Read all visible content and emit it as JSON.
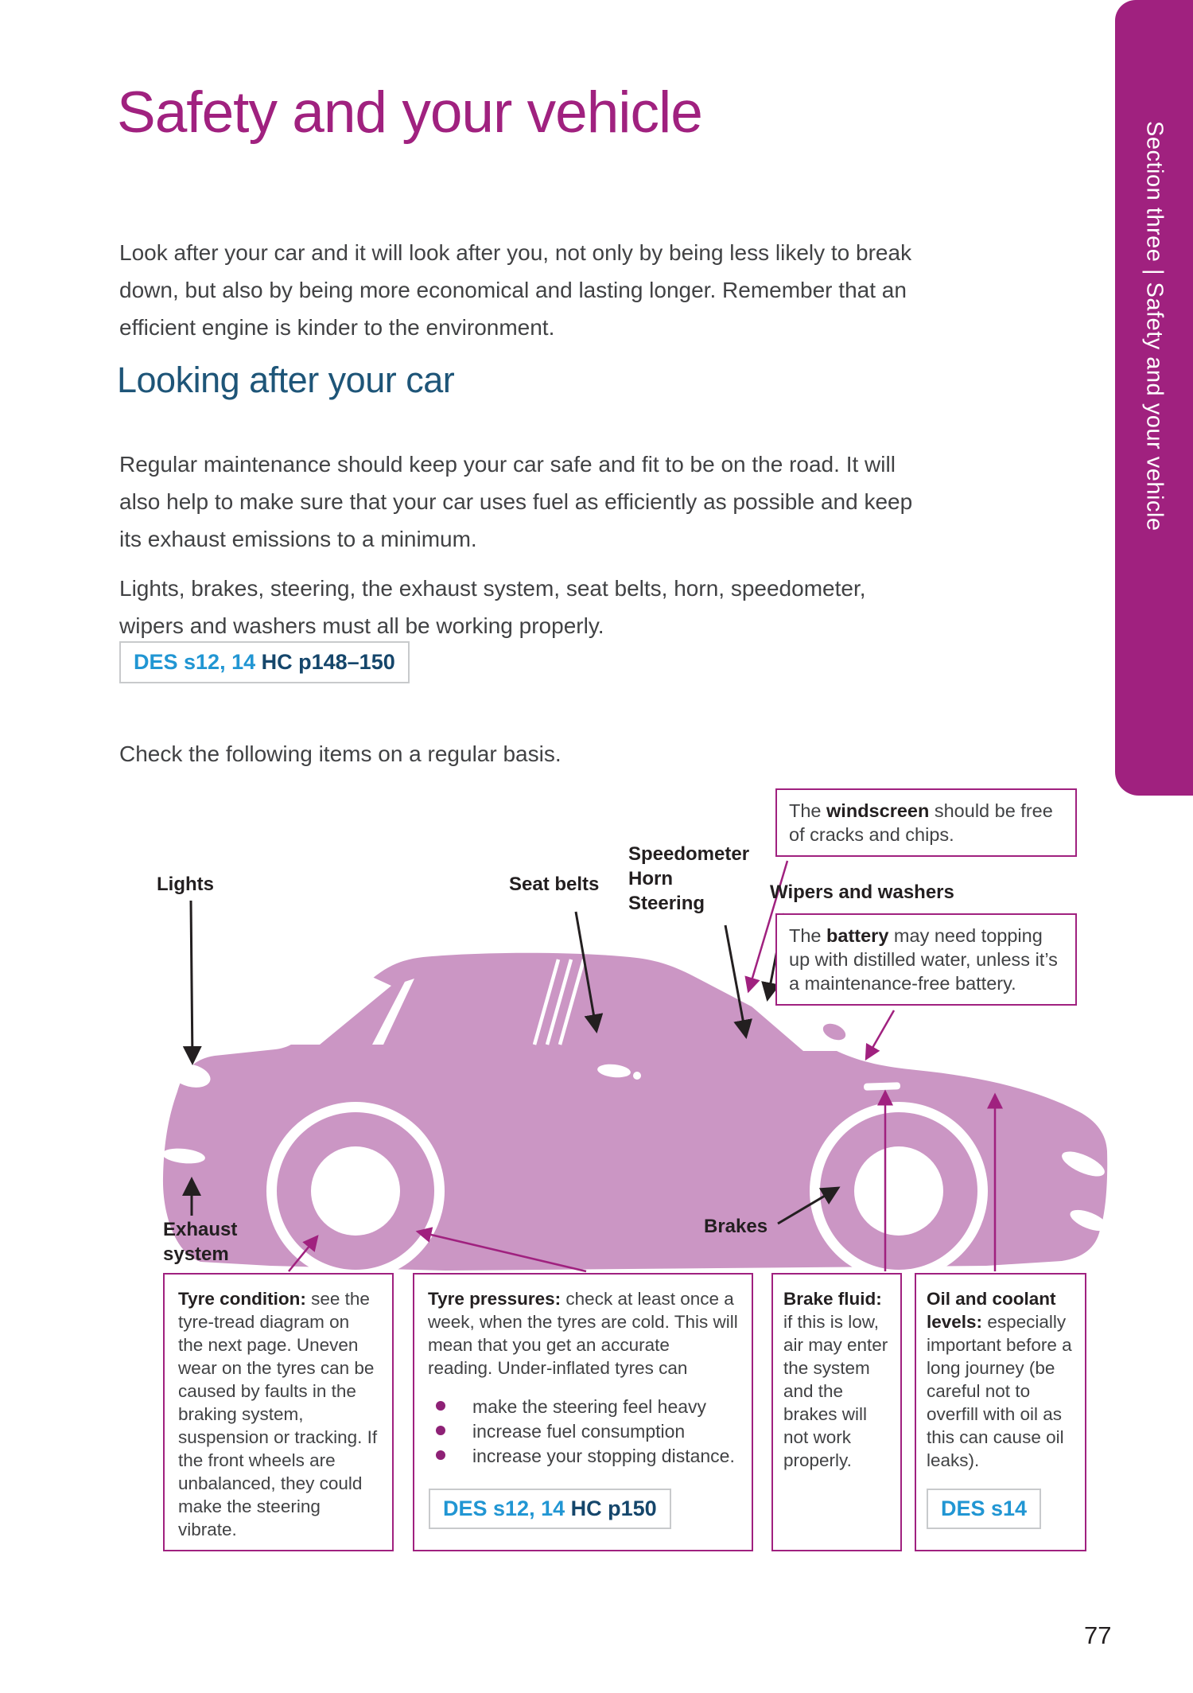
{
  "page": {
    "title": "Safety and your vehicle",
    "intro": "Look after your car and it will look after you, not only by being less likely to break down, but also by being more economical and lasting longer. Remember that an efficient engine is kinder to the environment.",
    "sidebar_tab": "Section three | Safety and your vehicle",
    "page_number": "77"
  },
  "section": {
    "heading": "Looking after your car",
    "para1": "Regular maintenance should keep your car safe and fit to be on the road. It will also help to make sure that your car uses fuel as efficiently as possible and keep its exhaust emissions to a minimum.",
    "para2": "Lights, brakes, steering, the exhaust system, seat belts, horn, speedometer, wipers and washers must all be working properly.",
    "ref_badge": {
      "des": "DES s12, 14",
      "hc": "HC p148–150"
    },
    "para3": "Check the following items on a regular basis."
  },
  "diagram": {
    "labels": {
      "lights": "Lights",
      "seat_belts": "Seat belts",
      "speedometer": "Speedometer",
      "horn": "Horn",
      "steering": "Steering",
      "wipers": "Wipers and washers",
      "exhaust_line1": "Exhaust",
      "exhaust_line2": "system",
      "brakes": "Brakes"
    },
    "callouts": {
      "windscreen": {
        "pre": "The ",
        "bold": "windscreen",
        "post": " should be free of cracks and chips."
      },
      "battery": {
        "pre": "The ",
        "bold": "battery",
        "post": " may need topping up with distilled water, unless it’s a maintenance-free battery."
      }
    },
    "boxes": [
      {
        "lead": "Tyre condition:",
        "text": " see the tyre-tread diagram on the next page. Uneven wear on the tyres can be caused by faults in the braking system, suspension or tracking. If the front wheels are unbalanced, they could make the steering vibrate."
      },
      {
        "lead": "Tyre pressures:",
        "text": " check at least once a week, when the tyres are cold. This will mean that you get an accurate reading. Under-inflated tyres can",
        "bullets": [
          "make the steering feel heavy",
          "increase fuel consumption",
          "increase your stopping distance."
        ],
        "badge": {
          "des": "DES s12, 14",
          "hc": "HC p150"
        }
      },
      {
        "lead": "Brake fluid:",
        "text": " if this is low, air may enter the system and the brakes will not work properly."
      },
      {
        "lead": "Oil and coolant levels:",
        "text": " especially important before a long journey (be careful not to overfill with oil as this can cause oil leaks).",
        "badge": {
          "des": "DES s14"
        }
      }
    ]
  },
  "colors": {
    "magenta": "#a0217f",
    "carpink": "#cb96c4",
    "headblue": "#1e5578",
    "desblue": "#2196d3",
    "hcnavy": "#15466b",
    "bodytext": "#414244",
    "labelblack": "#231f20",
    "badgeborder": "#c8cacc"
  }
}
